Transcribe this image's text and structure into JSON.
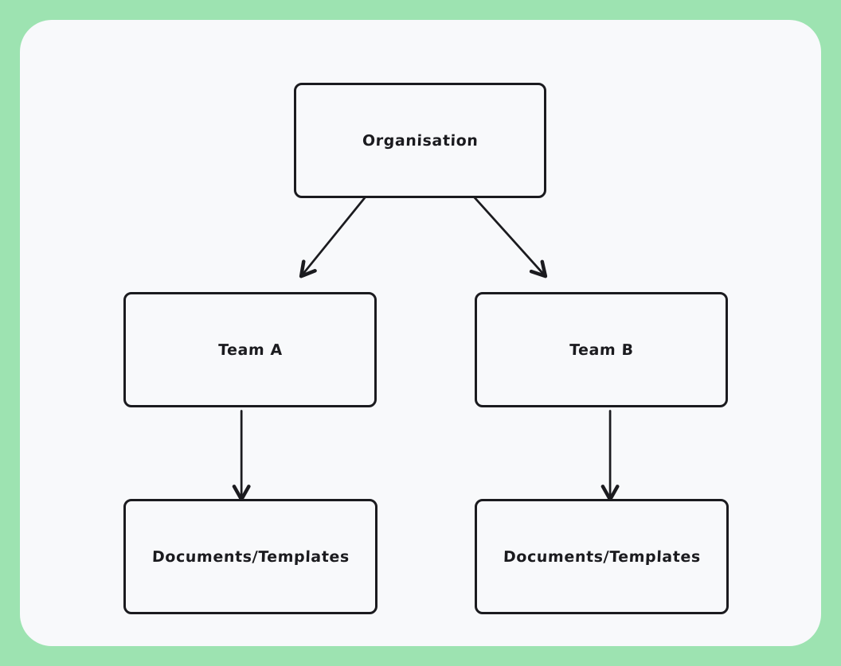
{
  "canvas": {
    "frame_color": "#9de3b1",
    "background_color": "#f8f9fb",
    "stroke_color": "#1b1b1f"
  },
  "diagram": {
    "type": "org-chart",
    "nodes": [
      {
        "id": "organisation",
        "label": "Organisation"
      },
      {
        "id": "team-a",
        "label": "Team A"
      },
      {
        "id": "team-b",
        "label": "Team B"
      },
      {
        "id": "documents-a",
        "label": "Documents/Templates"
      },
      {
        "id": "documents-b",
        "label": "Documents/Templates"
      }
    ],
    "edges": [
      {
        "from": "organisation",
        "to": "team-a",
        "style": "arrow"
      },
      {
        "from": "organisation",
        "to": "team-b",
        "style": "arrow"
      },
      {
        "from": "team-a",
        "to": "documents-a",
        "style": "arrow"
      },
      {
        "from": "team-b",
        "to": "documents-b",
        "style": "arrow"
      }
    ]
  }
}
